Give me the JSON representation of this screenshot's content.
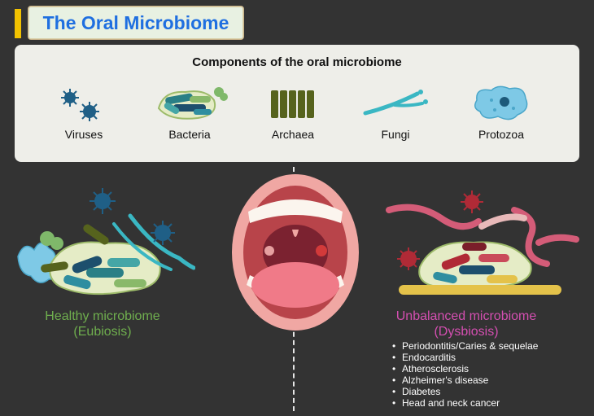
{
  "title": "The Oral Microbiome",
  "components": {
    "heading": "Components of the oral microbiome",
    "items": [
      {
        "label": "Viruses"
      },
      {
        "label": "Bacteria"
      },
      {
        "label": "Archaea"
      },
      {
        "label": "Fungi"
      },
      {
        "label": "Protozoa"
      }
    ]
  },
  "healthy": {
    "line1": "Healthy microbiome",
    "line2": "(Eubiosis)"
  },
  "unbalanced": {
    "line1": "Unbalanced microbiome",
    "line2": "(Dysbiosis)",
    "conditions": [
      "Periodontitis/Caries & sequelae",
      "Endocarditis",
      "Atherosclerosis",
      "Alzheimer's disease",
      "Diabetes",
      "Head and neck cancer"
    ]
  },
  "colors": {
    "accent": "#f2c200",
    "title": "#1f6fe0",
    "healthy": "#6fae4e",
    "unbalanced": "#d44fb1",
    "background": "#333333"
  }
}
